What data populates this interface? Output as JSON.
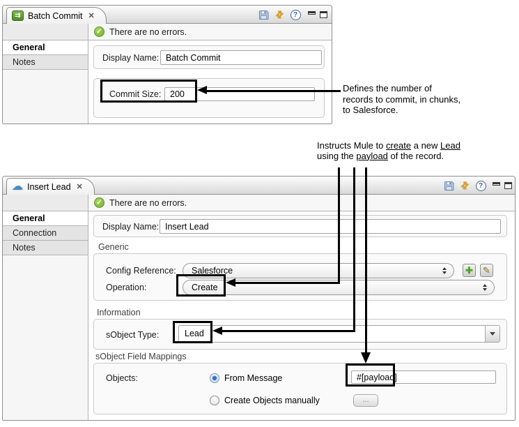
{
  "panel1": {
    "tab_title": "Batch Commit",
    "status": "There are no errors.",
    "sidebar": [
      "General",
      "Notes"
    ],
    "display_name_label": "Display Name:",
    "display_name_value": "Batch Commit",
    "commit_size_label": "Commit Size:",
    "commit_size_value": "200"
  },
  "panel2": {
    "tab_title": "Insert Lead",
    "status": "There are no errors.",
    "sidebar": [
      "General",
      "Connection",
      "Notes"
    ],
    "display_name_label": "Display Name:",
    "display_name_value": "Insert Lead",
    "section_generic": "Generic",
    "config_reference_label": "Config Reference:",
    "config_reference_value": "Salesforce",
    "operation_label": "Operation:",
    "operation_value": "Create",
    "section_information": "Information",
    "sobject_type_label": "sObject Type:",
    "sobject_type_value": "Lead",
    "section_mappings": "sObject Field Mappings",
    "objects_label": "Objects:",
    "radio_from_message": "From Message",
    "payload_value": "#[payload]",
    "radio_create_manually": "Create Objects manually",
    "ellipsis_button": "..."
  },
  "annotation_commit": {
    "lines": [
      "Defines the number of",
      "records to commit, in chunks,",
      "to Salesforce."
    ]
  },
  "annotation_insert": {
    "line1_segments": [
      {
        "text": "Instructs Mule to ",
        "u": false
      },
      {
        "text": "create",
        "u": true
      },
      {
        "text": " a new ",
        "u": false
      },
      {
        "text": "Lead",
        "u": true
      }
    ],
    "line2_segments": [
      {
        "text": "using the ",
        "u": false
      },
      {
        "text": "payload",
        "u": true
      },
      {
        "text": " of the record.",
        "u": false
      }
    ]
  },
  "icons": {
    "batch_commit": "⇉",
    "cloud": "☁",
    "close": "✕",
    "check": "✓",
    "refresh": "⇄",
    "help": "?",
    "plus": "✚",
    "pencil": "✎"
  }
}
